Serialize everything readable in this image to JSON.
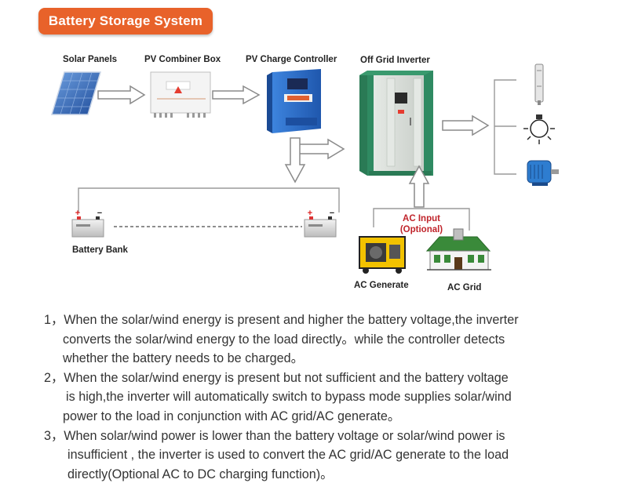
{
  "title": "Battery Storage System",
  "labels": {
    "solar_panels": "Solar Panels",
    "pv_combiner_box": "PV Combiner Box",
    "pv_charge_controller": "PV Charge Controller",
    "off_grid_inverter": "Off Grid Inverter",
    "battery_bank": "Battery Bank",
    "ac_input_line1": "AC Input",
    "ac_input_line2": "(Optional)",
    "ac_generate": "AC Generate",
    "ac_grid": "AC Grid"
  },
  "battery_terminals": {
    "plus": "+",
    "minus": "−"
  },
  "notes": {
    "n1_l1": "1，When the solar/wind energy is present and higher the battery voltage,the inverter",
    "n1_l2": "converts the solar/wind energy to the load directly。while the controller detects",
    "n1_l3": "whether the battery needs to be charged。",
    "n2_l1": "2，When the solar/wind energy is present but not sufficient and the battery voltage",
    "n2_l2": "is high,the inverter will automatically switch to bypass mode supplies solar/wind",
    "n2_l3": "power to the load in conjunction with AC grid/AC generate。",
    "n3_l1": "3，When solar/wind power is lower than the battery voltage or solar/wind power is",
    "n3_l2": "insufficient , the inverter is used to convert the AC grid/AC generate to the load",
    "n3_l3": "directly(Optional AC to DC charging function)。"
  },
  "colors": {
    "accent": "#e8622a",
    "ac_input_text": "#c0242b",
    "line_gray": "#9a9a9a",
    "controller_blue": "#2d6fcb",
    "inverter_gray": "#d8dcd8",
    "inverter_green": "#2f8a62",
    "panel_blue": "#2e5fb0"
  },
  "icons": [
    "solar-panel-icon",
    "combiner-box-icon",
    "charge-controller-icon",
    "inverter-icon",
    "battery-icon",
    "generator-icon",
    "house-grid-icon",
    "pump-icon",
    "light-bulb-icon",
    "motor-icon",
    "arrow-icon"
  ]
}
